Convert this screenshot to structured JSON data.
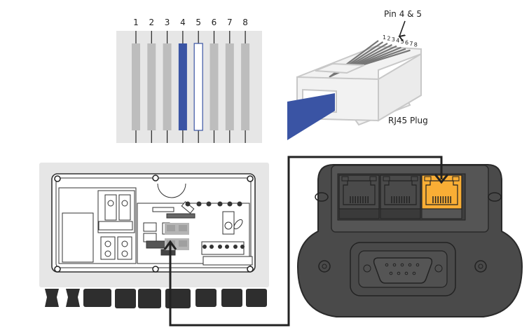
{
  "pinout": {
    "pin_labels": [
      "1",
      "2",
      "3",
      "4",
      "5",
      "6",
      "7",
      "8"
    ],
    "highlighted_pins": [
      4,
      5
    ],
    "pin4_color": "#3a54a4",
    "pin5_color": "#ffffff",
    "default_pin_color": "#bdbdbd",
    "panel_color": "#e6e6e6"
  },
  "plug": {
    "annotation": "Pin 4 & 5",
    "contact_labels": [
      "1",
      "2",
      "3",
      "4",
      "5",
      "6",
      "7",
      "8"
    ],
    "caption": "RJ45 Plug",
    "cable_color": "#3a54a4"
  },
  "inverter": {
    "panel_color": "#e6e6e6",
    "gland_color": "#2e2e2e",
    "port_color": "#b5b5b5"
  },
  "gateway": {
    "body_color": "#4a4a4a",
    "active_port_color": "#f9ae35",
    "port_count": 3,
    "active_port_index": 3
  },
  "cable": {
    "color": "#222222"
  }
}
